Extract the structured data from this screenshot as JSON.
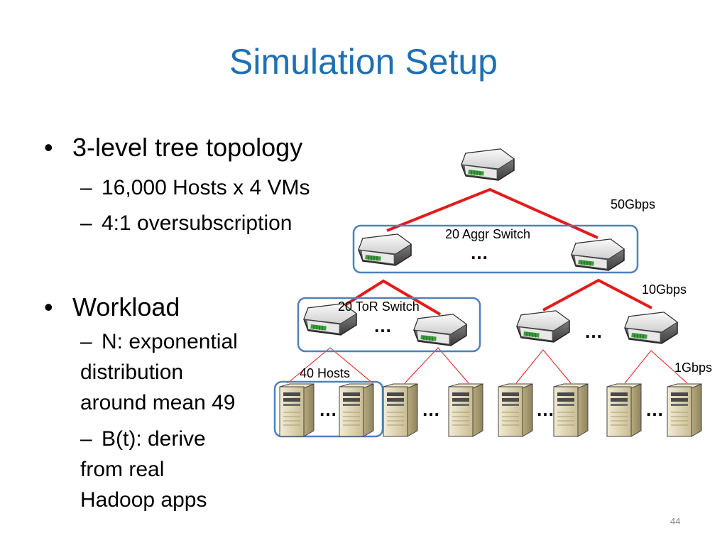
{
  "slide": {
    "title": "Simulation Setup",
    "page_number": "44"
  },
  "bullets": {
    "topology": {
      "text": "3-level tree topology",
      "subs": [
        "16,000 Hosts x 4 VMs",
        "4:1 oversubscription"
      ]
    },
    "workload": {
      "text": "Workload",
      "sub1_lines": [
        "N: exponential",
        "distribution",
        "around mean 49"
      ],
      "sub2_lines": [
        "B(t): derive",
        "from real",
        "Hadoop apps"
      ]
    }
  },
  "diagram": {
    "labels": {
      "core_link_speed": "50Gbps",
      "aggr_group": "20 Aggr Switch",
      "aggr_link_speed": "10Gbps",
      "tor_group": "20 ToR Switch",
      "host_link_speed": "1Gbps",
      "host_group": "40 Hosts"
    },
    "ellipsis": "…",
    "colors": {
      "link_red": "#e31b1b",
      "group_box": "#4f81bd",
      "title_blue": "#1f6fb2",
      "server_beige": "#dcd2b0"
    }
  }
}
